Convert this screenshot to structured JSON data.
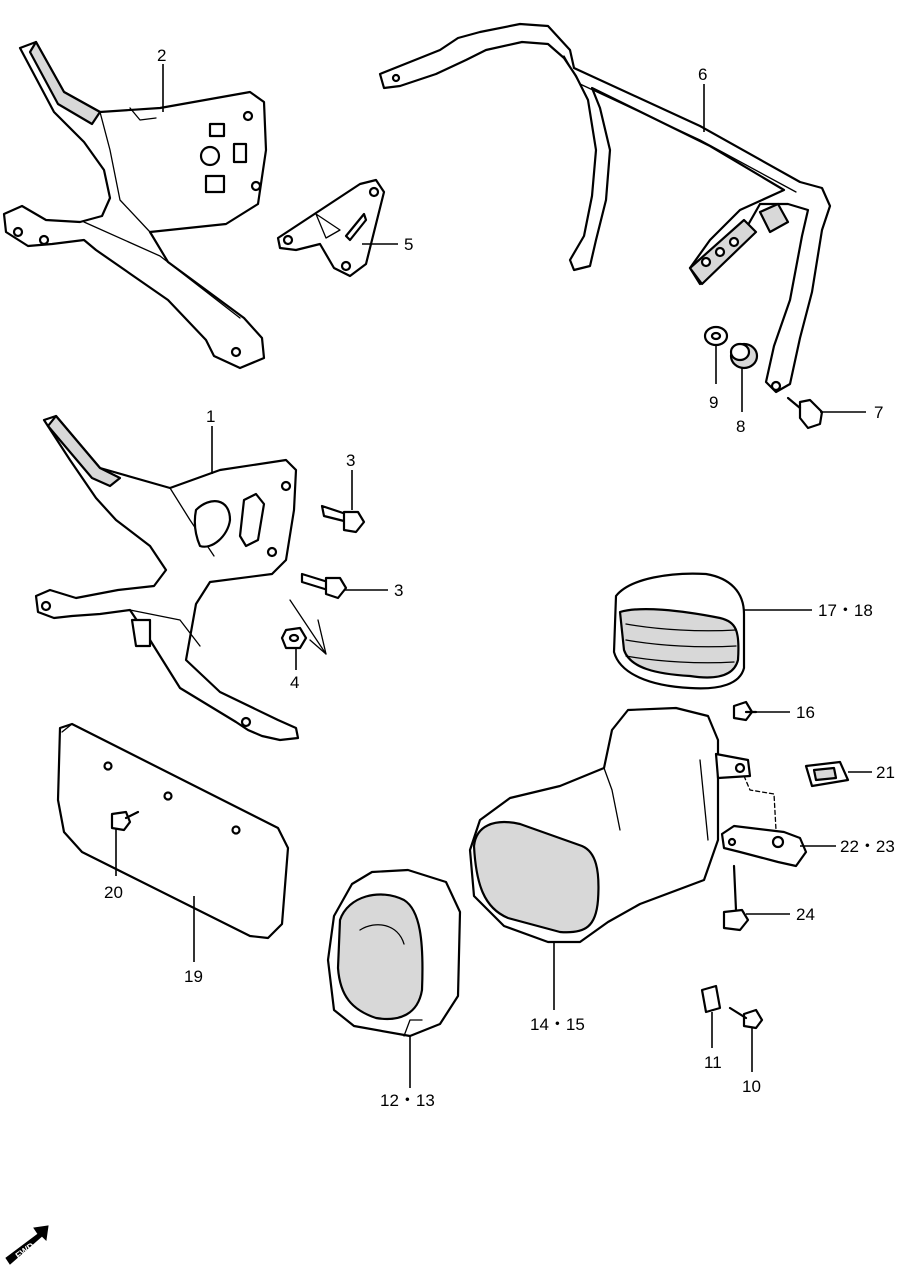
{
  "callouts": {
    "c1": "1",
    "c2": "2",
    "c3a": "3",
    "c3b": "3",
    "c4": "4",
    "c5": "5",
    "c6": "6",
    "c7": "7",
    "c8": "8",
    "c9": "9",
    "c10": "10",
    "c11": "11",
    "c12_13": "12・13",
    "c14_15": "14・15",
    "c16": "16",
    "c17_18": "17・18",
    "c19": "19",
    "c20": "20",
    "c21": "21",
    "c22_23": "22・23",
    "c24": "24"
  },
  "badge": {
    "text": "FWD"
  }
}
